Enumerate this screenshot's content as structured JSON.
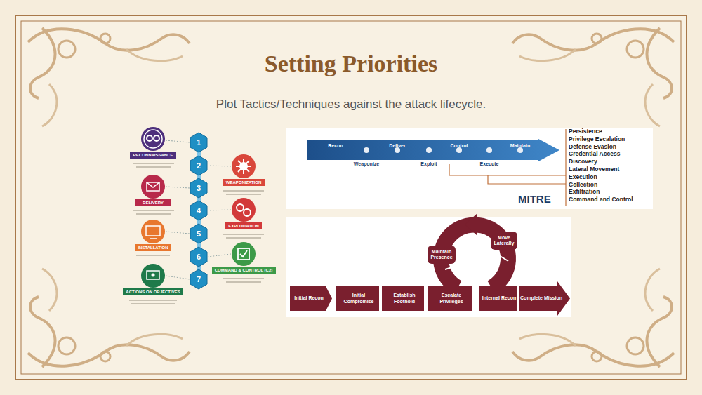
{
  "diagram": {
    "title": "Setting Priorities",
    "nodes": [
      {
        "text": [
          "1"
        ]
      },
      {
        "text": [
          "2"
        ]
      },
      {
        "text": [
          "3"
        ]
      },
      {
        "text": [
          "4"
        ]
      },
      {
        "text": [
          "5"
        ]
      },
      {
        "text": [
          "6"
        ]
      },
      {
        "text": [
          "7"
        ]
      },
      {
        "text": [
          "RECONNAISSANCE"
        ]
      },
      {
        "text": [
          "WEAPONIZATION"
        ]
      },
      {
        "text": [
          "DELIVERY"
        ]
      },
      {
        "text": [
          "EXPLOITATION"
        ]
      },
      {
        "text": [
          "INSTALLATION"
        ]
      },
      {
        "text": [
          "COMMAND & CONTROL (C2)"
        ]
      },
      {
        "text": [
          "ACTIONS ON OBJECTIVES"
        ]
      },
      {
        "text": [
          "Recon",
          "Weaponize",
          "Deliver",
          "Exploit",
          "Control",
          "Execute",
          "Maintain"
        ]
      },
      {
        "text": [
          "Initial Recon"
        ]
      },
      {
        "text": [
          "Initial Compromise"
        ]
      },
      {
        "text": [
          "Establish Foothold"
        ]
      },
      {
        "text": [
          "Escalate Privileges"
        ]
      },
      {
        "text": [
          "Maintain Presence"
        ]
      },
      {
        "text": [
          "Move Laterally"
        ]
      },
      {
        "text": [
          "Internal Recon"
        ]
      },
      {
        "text": [
          "Complete Mission"
        ]
      }
    ],
    "labels": [
      "Plot Tactics/Techniques against the attack lifecycle.",
      "Persistence",
      "Privilege Escalation",
      "Defense Evasion",
      "Credential Access",
      "Discovery",
      "Lateral Movement",
      "Execution",
      "Collection",
      "Exfiltration",
      "Command and Control",
      "MITRE"
    ]
  }
}
